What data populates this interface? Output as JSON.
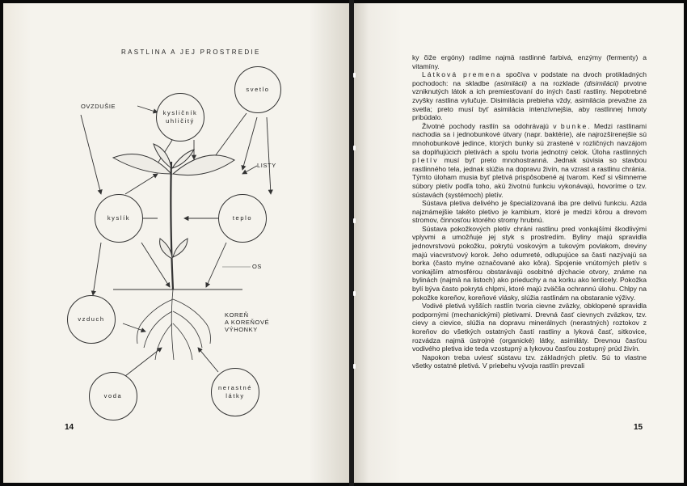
{
  "left_page": {
    "figure_title": "RASTLINA A JEJ PROSTREDIE",
    "circles": {
      "svetlo": "svetlo",
      "kyslicnik": "kysličník uhličitý",
      "kyslik": "kyslík",
      "teplo": "teplo",
      "vzduch": "vzduch",
      "voda": "voda",
      "nerastne": "nerastné látky"
    },
    "labels": {
      "ovzdusie": "OVZDUŠIE",
      "listy": "LISTY",
      "os": "OS",
      "koren": "KOREŇ",
      "a_korenove": "A KOREŇOVÉ",
      "vyhonky": "VÝHONKY"
    },
    "page_number": "14"
  },
  "right_page": {
    "page_number": "15",
    "paragraphs": [
      {
        "cont": true,
        "parts": [
          {
            "t": "ky čiže ergóny) radíme najmä rastlinné farbivá, enzýmy (fermenty) a vitamíny."
          }
        ]
      },
      {
        "parts": [
          {
            "t": "Látková premena",
            "s": "sp"
          },
          {
            "t": " spočíva v podstate na dvoch protikladných pochodoch: na skladbe "
          },
          {
            "t": "(asimilácii)",
            "s": "it"
          },
          {
            "t": " a na rozklade "
          },
          {
            "t": "(disimilácii)",
            "s": "it"
          },
          {
            "t": " prvotne vzniknutých látok a ich premiesťovaní do iných častí rastliny. Nepotrebné zvyšky rastlina vylučuje. Disimilácia prebieha vždy, asimilácia prevažne za svetla; preto musí byť asimilácia intenzívnejšia, aby rastlinnej hmoty pribúdalo."
          }
        ]
      },
      {
        "parts": [
          {
            "t": "Životné pochody rastlín sa odohrávajú v "
          },
          {
            "t": "bunke",
            "s": "sp"
          },
          {
            "t": ". Medzi rastlinami nachodia sa i jednobunkové útvary (napr. baktérie), ale najrozšírenejšie sú mnohobunkové jedince, ktorých bunky sú zrastené v rozličných navzájom sa doplňujúcich pletivách a spolu tvoria jednotný celok. Úloha rastlinných "
          },
          {
            "t": "pletív",
            "s": "sp"
          },
          {
            "t": " musí byť preto mnohostranná. Jednak súvisia so stavbou rastlinného tela, jednak slúžia na dopravu živín, na vzrast a rastlinu chránia. Týmto úloham musia byť pletivá prispôsobené aj tvarom. Keď si všimneme súbory pletív podľa toho, akú životnú funkciu vykonávajú, hovoríme o tzv. sústavách (systémoch) pletív."
          }
        ]
      },
      {
        "parts": [
          {
            "t": "Sústava pletiva delivého je špecializovaná iba pre delivú funkciu. Azda najznámejšie takéto pletivo je kambium, ktoré je medzi kôrou a drevom stromov, činnosťou ktorého stromy hrubnú."
          }
        ]
      },
      {
        "parts": [
          {
            "t": "Sústava pokožkových pletív chráni rastlinu pred vonkajšími škodlivými vplyvmi a umožňuje jej styk s prostredím. Byliny majú spravidla jednovrstvovú pokožku, pokrytú voskovým a tukovým povlakom, dreviny majú viacvrstvový korok. Jeho odumreté, odlupujúce sa časti nazývajú sa borka (často mylne označované ako kôra). Spojenie vnútorných pletív s vonkajším atmosférou obstarávajú osobitné dýchacie otvory, známe na bylinách (najmä na listoch) ako prieduchy a na korku ako lenticely. Pokožka bylí býva často pokrytá chlpmi, ktoré majú zväčša ochrannú úlohu. Chlpy na pokožke koreňov, koreňové vlásky, slúžia rastlinám na obstaranie výživy."
          }
        ]
      },
      {
        "parts": [
          {
            "t": "Vodivé pletivá vyšších rastlín tvoria cievne zväzky, obklopené spravidla podpornými (mechanickými) pletivami. Drevná časť cievnych zväzkov, tzv. cievy a cievice, slúžia na dopravu minerálnych (nerastných) roztokov z koreňov do všetkých ostatných častí rastliny a lyková časť, sitkovice, rozvádza najmä ústrojné (organické) látky, asimiláty. Drevnou časťou vodivého pletiva ide teda vzostupný a lykovou časťou zostupný prúd živín."
          }
        ]
      },
      {
        "parts": [
          {
            "t": "Napokon treba uviesť sústavu tzv. základných pletív. Sú to vlastne všetky ostatné pletivá. V priebehu vývoja rastlín prevzali"
          }
        ]
      }
    ]
  }
}
